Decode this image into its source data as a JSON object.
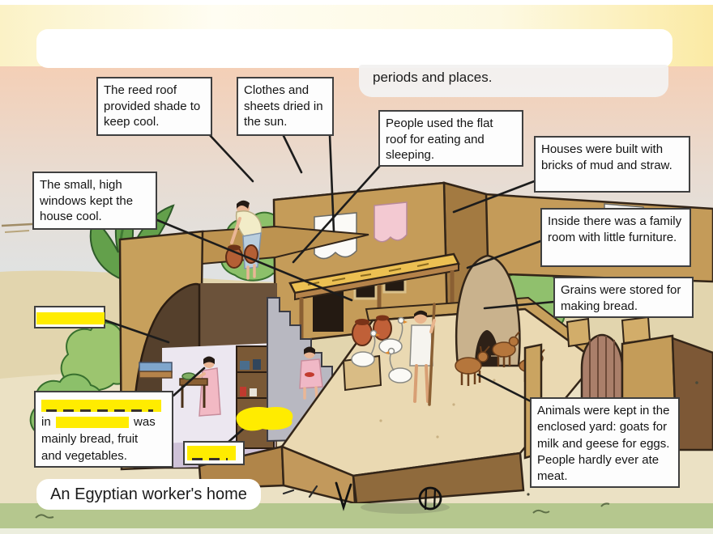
{
  "slide": {
    "top_text": "periods and places.",
    "caption": "An Egyptian worker's home"
  },
  "callouts": {
    "reed_roof": "The reed roof provided shade to keep cool.",
    "clothes": "Clothes and sheets dried in the sun.",
    "flat_roof": "People used the flat roof for eating and sleeping.",
    "bricks": "Houses were built with bricks of mud and straw.",
    "windows": "The small, high windows kept the house cool.",
    "family_room": "Inside there was a family room with little furniture.",
    "grains": "Grains were stored for making bread.",
    "animals": "Animals were kept in the enclosed yard: goats for milk and geese for eggs. People hardly ever ate meat.",
    "food": {
      "line2_prefix": "in",
      "line2_suffix": "was",
      "line3": "mainly bread, fruit",
      "line4": "and vegetables."
    }
  },
  "colors": {
    "highlighter_yellow": "#ffec00",
    "green_strip": "#b5c78e",
    "callout_border": "#3f3f3f",
    "mud_wall": "#c7a05c",
    "straw_roof": "#ecc052",
    "sky_pink": "#f4cfb6"
  }
}
